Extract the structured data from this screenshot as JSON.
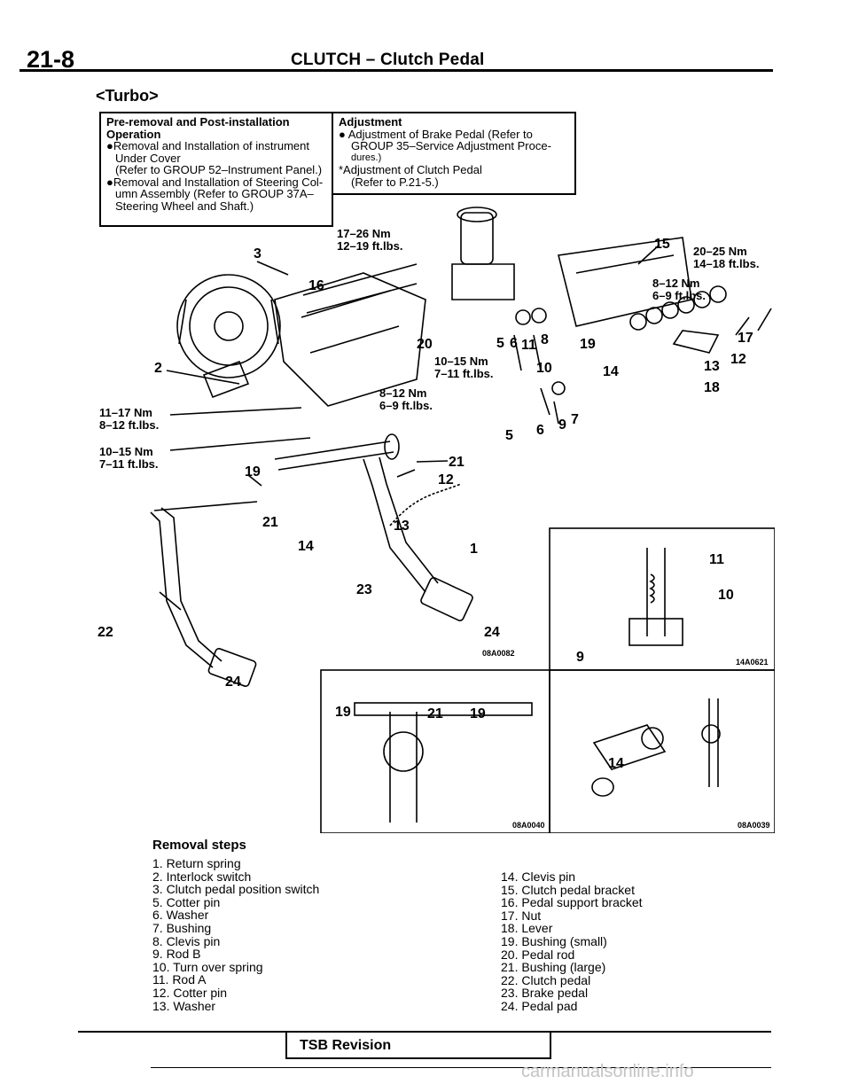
{
  "header": {
    "page_number": "21-8",
    "title": "CLUTCH – Clutch Pedal"
  },
  "variant": "<Turbo>",
  "pre_removal": {
    "heading": "Pre-removal and Post-installation Operation",
    "lines": [
      "●Removal and Installation of instrument",
      "Under Cover",
      "(Refer to GROUP 52–Instrument Panel.)",
      "●Removal and Installation of Steering Col-",
      "umn Assembly (Refer to GROUP 37A–",
      "Steering Wheel and Shaft.)"
    ]
  },
  "adjustment": {
    "heading": "Adjustment",
    "lines": [
      "● Adjustment of Brake Pedal (Refer to",
      "GROUP 35–Service Adjustment Proce-",
      "dures.)",
      "*Adjustment of Clutch Pedal",
      "(Refer to P.21-5.)"
    ]
  },
  "diagram": {
    "torques": {
      "t1_nm": "17–26 Nm",
      "t1_ft": "12–19 ft.lbs.",
      "t2_nm": "20–25 Nm",
      "t2_ft": "14–18 ft.lbs.",
      "t3_nm": "8–12 Nm",
      "t3_ft": "6–9 ft.lbs.",
      "t4_nm": "10–15 Nm",
      "t4_ft": "7–11 ft.lbs.",
      "t5_nm": "8–12 Nm",
      "t5_ft": "6–9 ft.lbs.",
      "t6_nm": "11–17 Nm",
      "t6_ft": "8–12 ft.lbs.",
      "t7_nm": "10–15 Nm",
      "t7_ft": "7–11 ft.lbs."
    },
    "codes": {
      "main": "08A0082",
      "detail_a": "14A0621",
      "detail_b": "08A0040",
      "detail_c": "08A0039"
    },
    "callouts": [
      "1",
      "2",
      "3",
      "5",
      "5",
      "6",
      "6",
      "7",
      "8",
      "9",
      "9",
      "10",
      "10",
      "11",
      "11",
      "12",
      "12",
      "13",
      "13",
      "14",
      "14",
      "14",
      "15",
      "16",
      "17",
      "18",
      "19",
      "19",
      "19",
      "19",
      "20",
      "21",
      "21",
      "21",
      "22",
      "23",
      "24",
      "24"
    ]
  },
  "removal": {
    "title": "Removal steps",
    "left": [
      "1. Return spring",
      "2. Interlock switch",
      "3. Clutch pedal position switch",
      "5. Cotter pin",
      "6. Washer",
      "7. Bushing",
      "8. Clevis pin",
      "9. Rod B",
      "10. Turn over spring",
      "11. Rod A",
      "12. Cotter pin",
      "13. Washer"
    ],
    "right": [
      "14. Clevis pin",
      "15. Clutch pedal bracket",
      "16. Pedal support bracket",
      "17. Nut",
      "18. Lever",
      "19. Bushing (small)",
      "20. Pedal rod",
      "21. Bushing (large)",
      "22. Clutch pedal",
      "23. Brake pedal",
      "24. Pedal pad"
    ]
  },
  "footer": {
    "tsb": "TSB Revision",
    "watermark": "carmanualsonline.info"
  }
}
